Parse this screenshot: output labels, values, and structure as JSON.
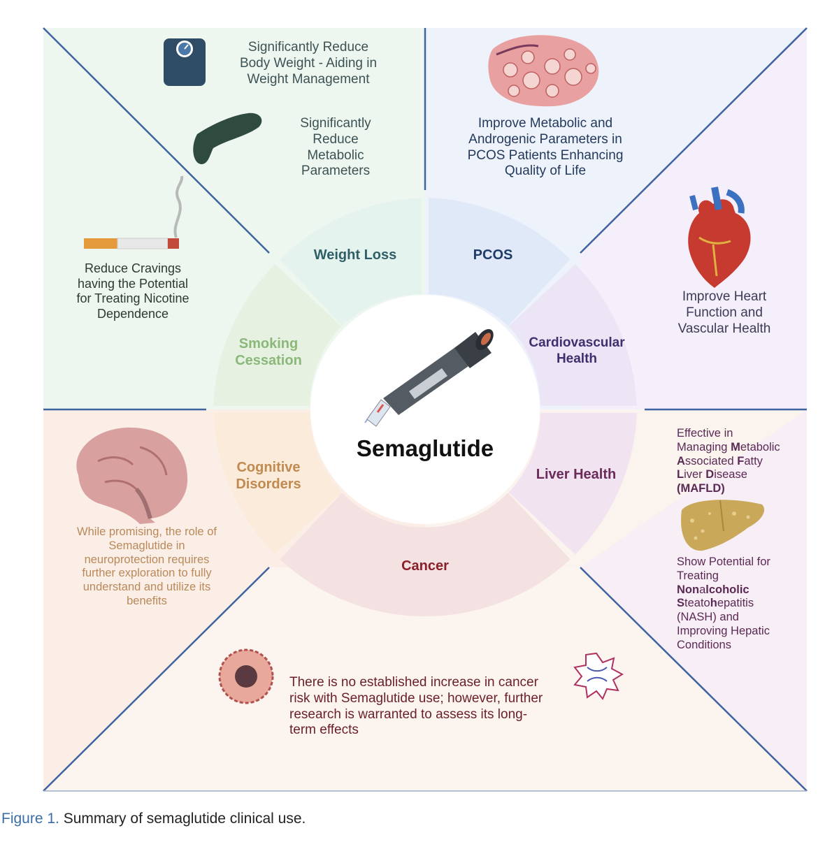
{
  "center": {
    "title": "Semaglutide"
  },
  "segments": {
    "weight_loss": "Weight Loss",
    "pcos": "PCOS",
    "cardio": [
      "Cardiovascular",
      "Health"
    ],
    "liver": "Liver Health",
    "cancer": "Cancer",
    "cognitive": [
      "Cognitive",
      "Disorders"
    ],
    "smoking": [
      "Smoking",
      "Cessation"
    ]
  },
  "panels": {
    "weight_1": [
      "Significantly Reduce",
      "Body Weight - Aiding in",
      "Weight Management"
    ],
    "weight_2": [
      "Significantly",
      "Reduce",
      "Metabolic",
      "Parameters"
    ],
    "pcos": [
      "Improve Metabolic and",
      "Androgenic Parameters in",
      "PCOS Patients Enhancing",
      "Quality of Life"
    ],
    "cardio": [
      "Improve Heart",
      "Function and",
      "Vascular Health"
    ],
    "liver_1": {
      "l1": "Effective in",
      "l2a": "Managing ",
      "l2b": "M",
      "l2c": "etabolic",
      "l3a": "A",
      "l3b": "ssociated ",
      "l3c": "F",
      "l3d": "atty",
      "l4a": "L",
      "l4b": "iver ",
      "l4c": "D",
      "l4d": "isease",
      "l5": "(MAFLD)"
    },
    "liver_2": {
      "l1": "Show Potential for",
      "l2": "Treating",
      "l3a": "Non",
      "l3b": "a",
      "l3c": "lcoholic",
      "l4a": "S",
      "l4b": "teato",
      "l4c": "h",
      "l4d": "epatitis",
      "l5": "(NASH) and",
      "l6": "Improving Hepatic",
      "l7": "Conditions"
    },
    "cancer": [
      "There is no established increase in cancer",
      "risk with Semaglutide use; however, further",
      "research is warranted to assess its long-",
      "term effects"
    ],
    "cognitive": [
      "While promising, the role of",
      "Semaglutide in",
      "neuroprotection requires",
      "further exploration to fully",
      "understand and utilize its",
      "benefits"
    ],
    "smoking": [
      "Reduce Cravings",
      "having the Potential",
      "for Treating Nicotine",
      "Dependence"
    ]
  },
  "icons": [
    "scale-icon",
    "pancreas-icon",
    "ovary-icon",
    "heart-icon",
    "liver-icon",
    "cancer-cell-icon",
    "dna-virus-icon",
    "brain-icon",
    "cigarette-icon",
    "pen-injector-icon"
  ],
  "caption": {
    "label": "Figure 1.",
    "text": " Summary of semaglutide clinical use."
  },
  "colors": {
    "weight": "#2f5f66",
    "pcos": "#1f3b66",
    "cardio": "#3f2f6e",
    "liver": "#6a2a5a",
    "cancer": "#8a1f2a",
    "cognitive": "#c08a50",
    "smoking": "#8ab87a",
    "divider": "#3f63a0"
  }
}
